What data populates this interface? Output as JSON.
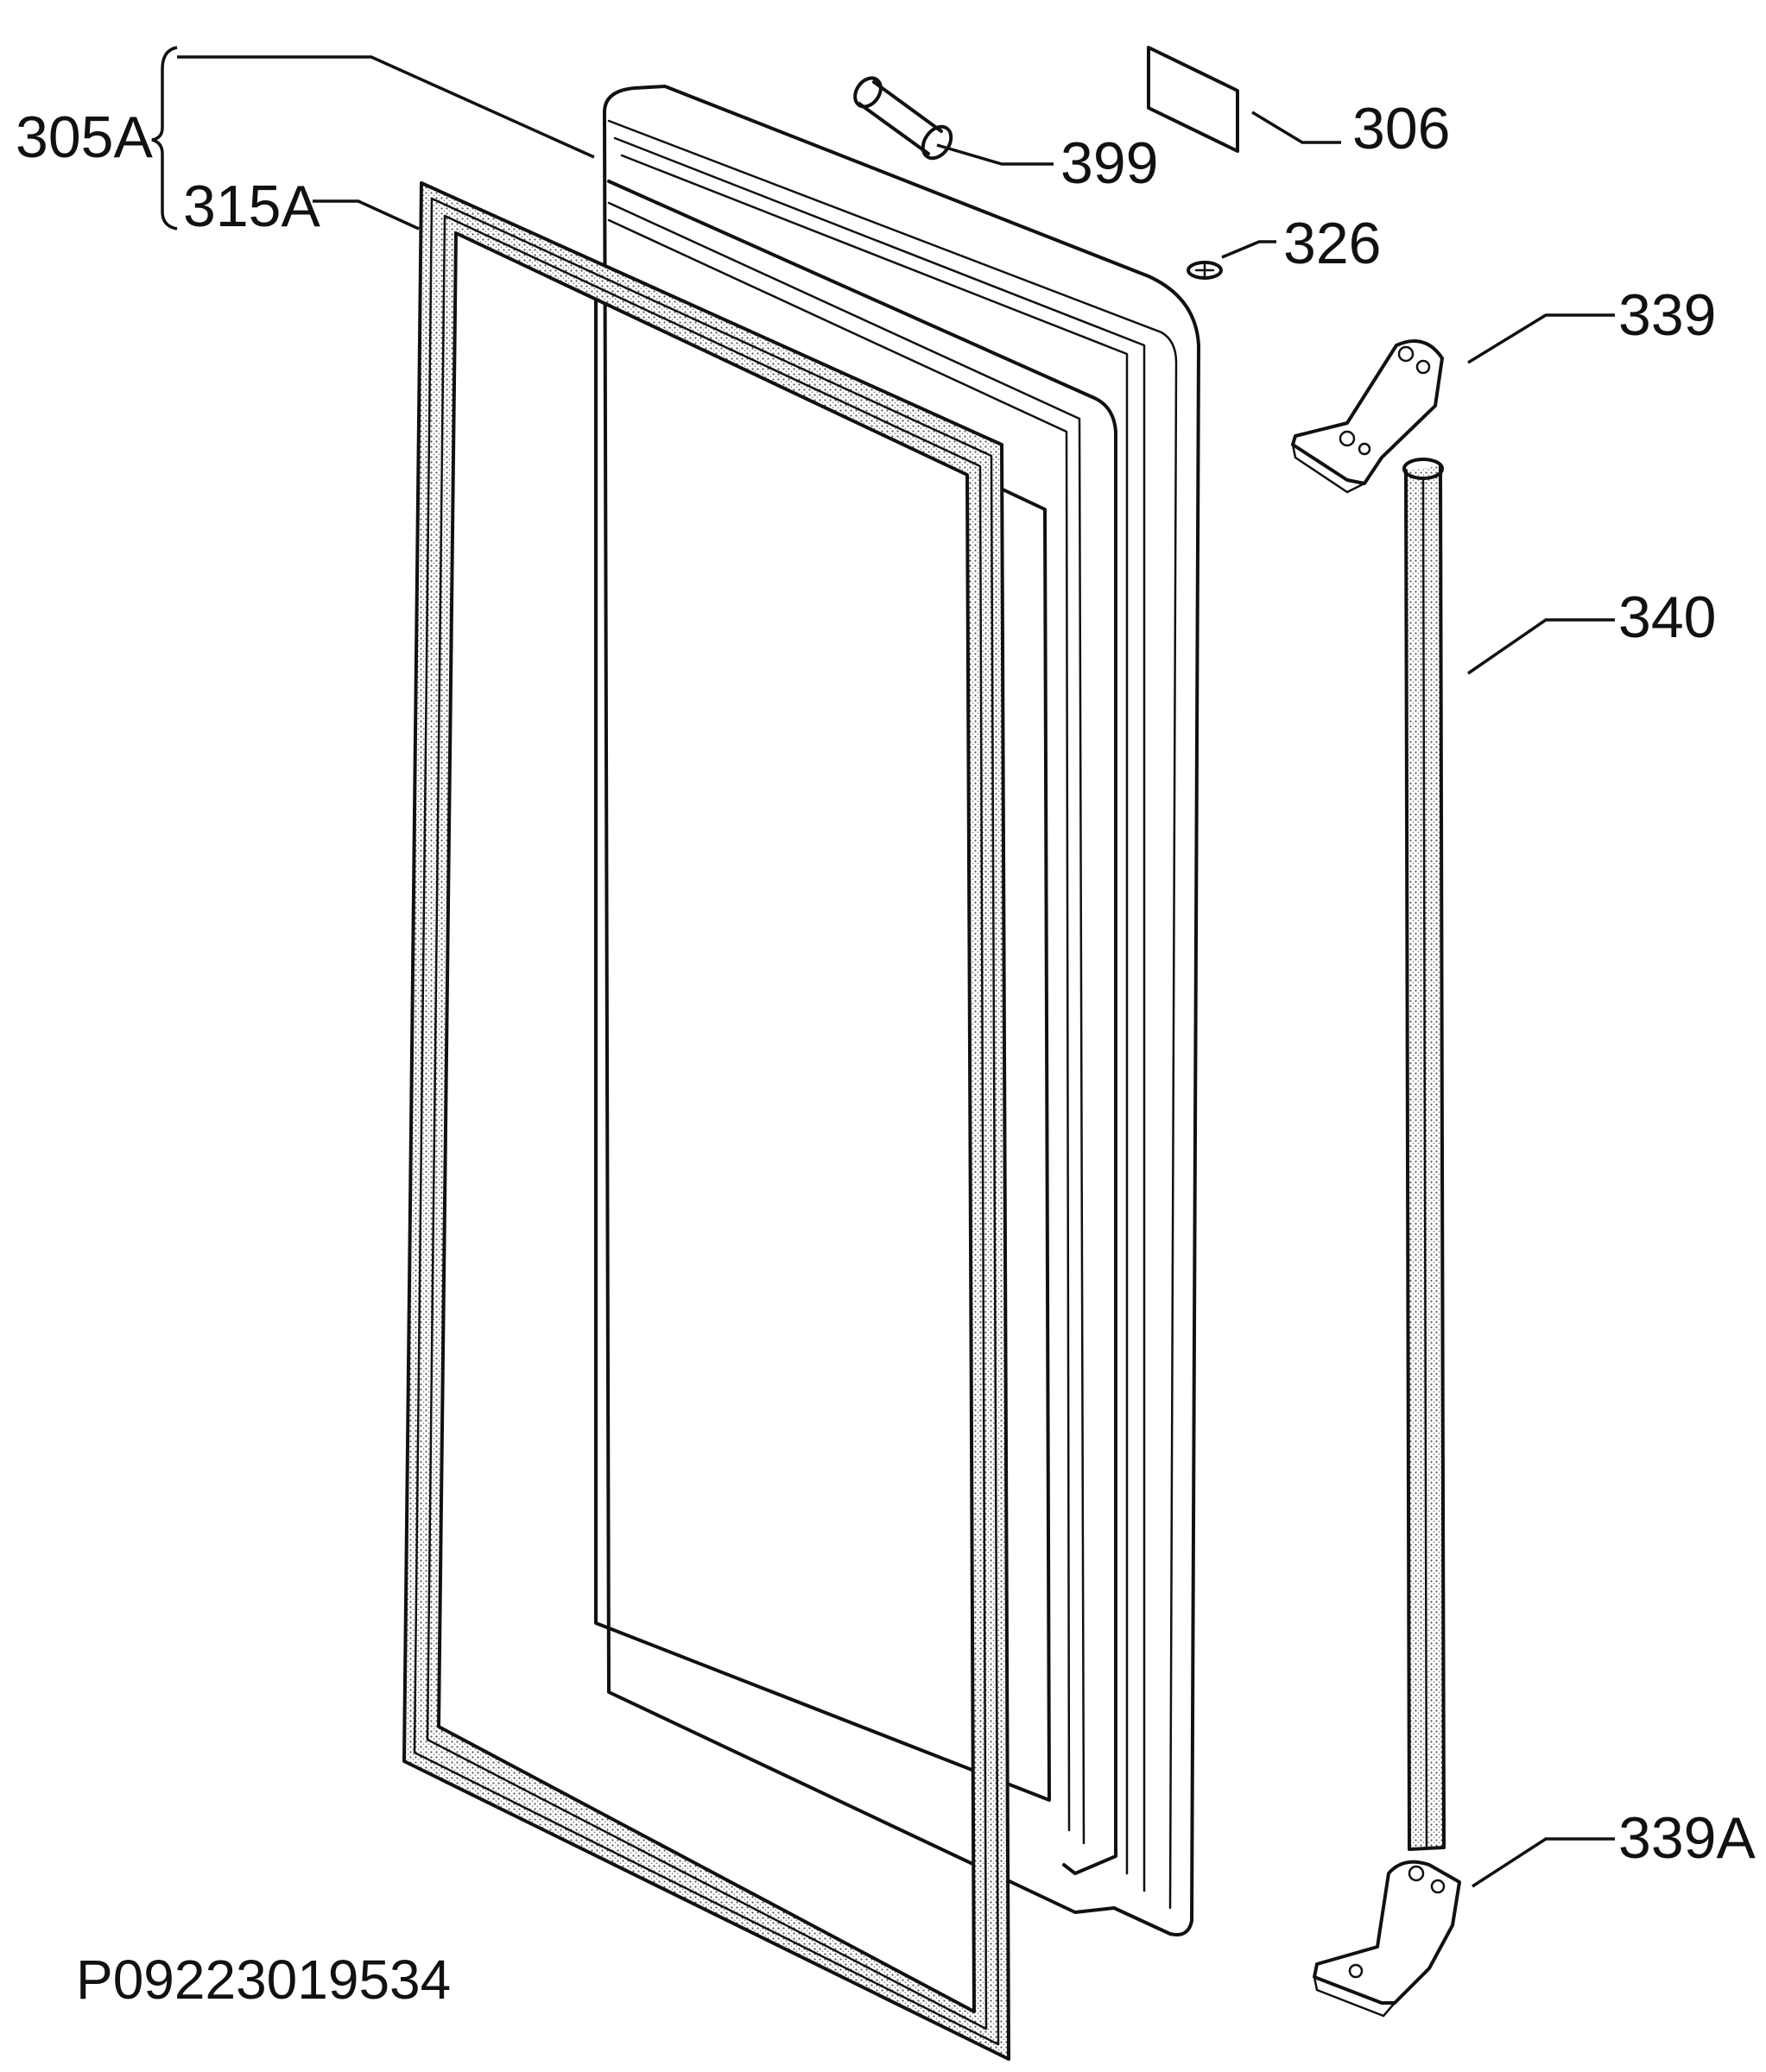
{
  "callouts": {
    "p305A": "305A",
    "p315A": "315A",
    "p399": "399",
    "p306": "306",
    "p326": "326",
    "p339": "339",
    "p340": "340",
    "p339A": "339A"
  },
  "drawing_code": "P09223019534",
  "colors": {
    "ink": "#111111",
    "paper": "#ffffff"
  }
}
